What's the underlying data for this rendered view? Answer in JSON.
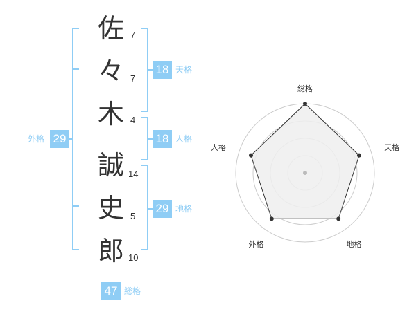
{
  "name": {
    "characters": [
      {
        "char": "佐",
        "strokes": "7"
      },
      {
        "char": "々",
        "strokes": "7"
      },
      {
        "char": "木",
        "strokes": "4"
      },
      {
        "char": "誠",
        "strokes": "14"
      },
      {
        "char": "史",
        "strokes": "5"
      },
      {
        "char": "郎",
        "strokes": "10"
      }
    ]
  },
  "fortune": {
    "tenkaku": {
      "value": "18",
      "label": "天格"
    },
    "jinkaku": {
      "value": "18",
      "label": "人格"
    },
    "chikaku": {
      "value": "29",
      "label": "地格"
    },
    "gaikaku": {
      "value": "29",
      "label": "外格"
    },
    "soukaku": {
      "value": "47",
      "label": "総格"
    }
  },
  "radar": {
    "axes": [
      "総格",
      "天格",
      "地格",
      "外格",
      "人格"
    ],
    "values": [
      1.0,
      0.82,
      0.82,
      0.82,
      0.82
    ],
    "rings": 4,
    "colors": {
      "ring": "#cccccc",
      "fill": "#efefef",
      "line": "#333333",
      "point": "#333333",
      "center": "#bbbbbb"
    }
  },
  "colors": {
    "accent": "#8fcdf5",
    "text": "#333333"
  }
}
